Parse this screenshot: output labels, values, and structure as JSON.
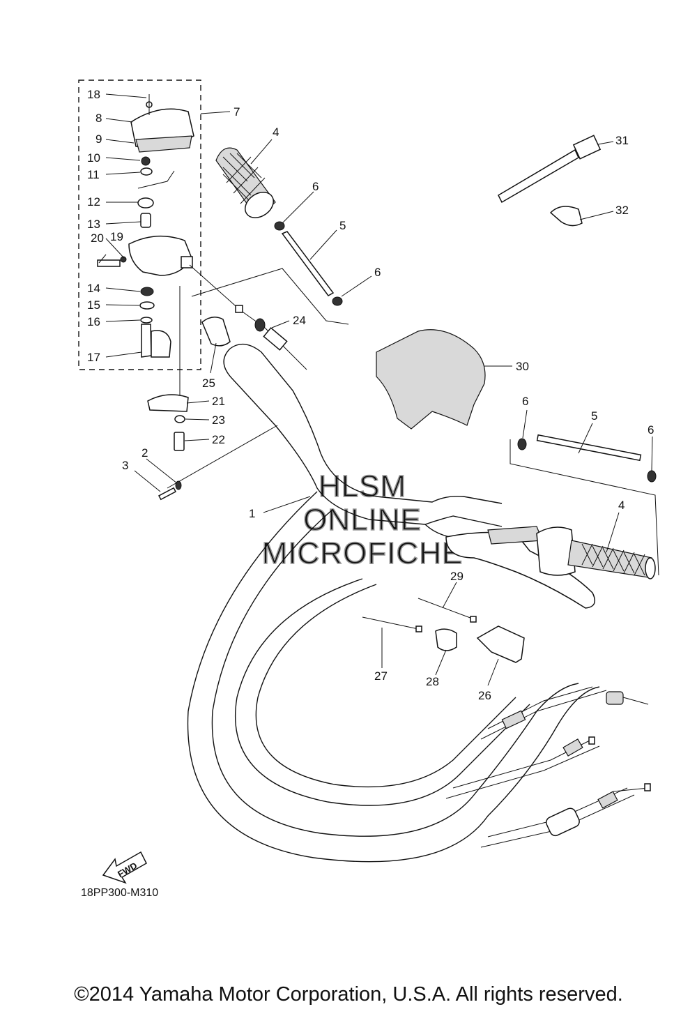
{
  "diagram_code": "18PP300-M310",
  "copyright": "©2014 Yamaha Motor Corporation, U.S.A. All rights reserved.",
  "watermark": [
    "HLSM",
    "ONLINE",
    "MICROFICHE"
  ],
  "fwd_label": "FWD",
  "part_labels": {
    "p1": "1",
    "p2": "2",
    "p3": "3",
    "p4a": "4",
    "p4b": "4",
    "p5a": "5",
    "p5b": "5",
    "p6a": "6",
    "p6b": "6",
    "p6c": "6",
    "p6d": "6",
    "p7": "7",
    "p8": "8",
    "p9": "9",
    "p10": "10",
    "p11": "11",
    "p12": "12",
    "p13": "13",
    "p14": "14",
    "p15": "15",
    "p16": "16",
    "p17": "17",
    "p18": "18",
    "p19": "19",
    "p20": "20",
    "p21": "21",
    "p22": "22",
    "p23": "23",
    "p24": "24",
    "p25": "25",
    "p26": "26",
    "p27": "27",
    "p28": "28",
    "p29": "29",
    "p30": "30",
    "p31": "31",
    "p32": "32"
  }
}
